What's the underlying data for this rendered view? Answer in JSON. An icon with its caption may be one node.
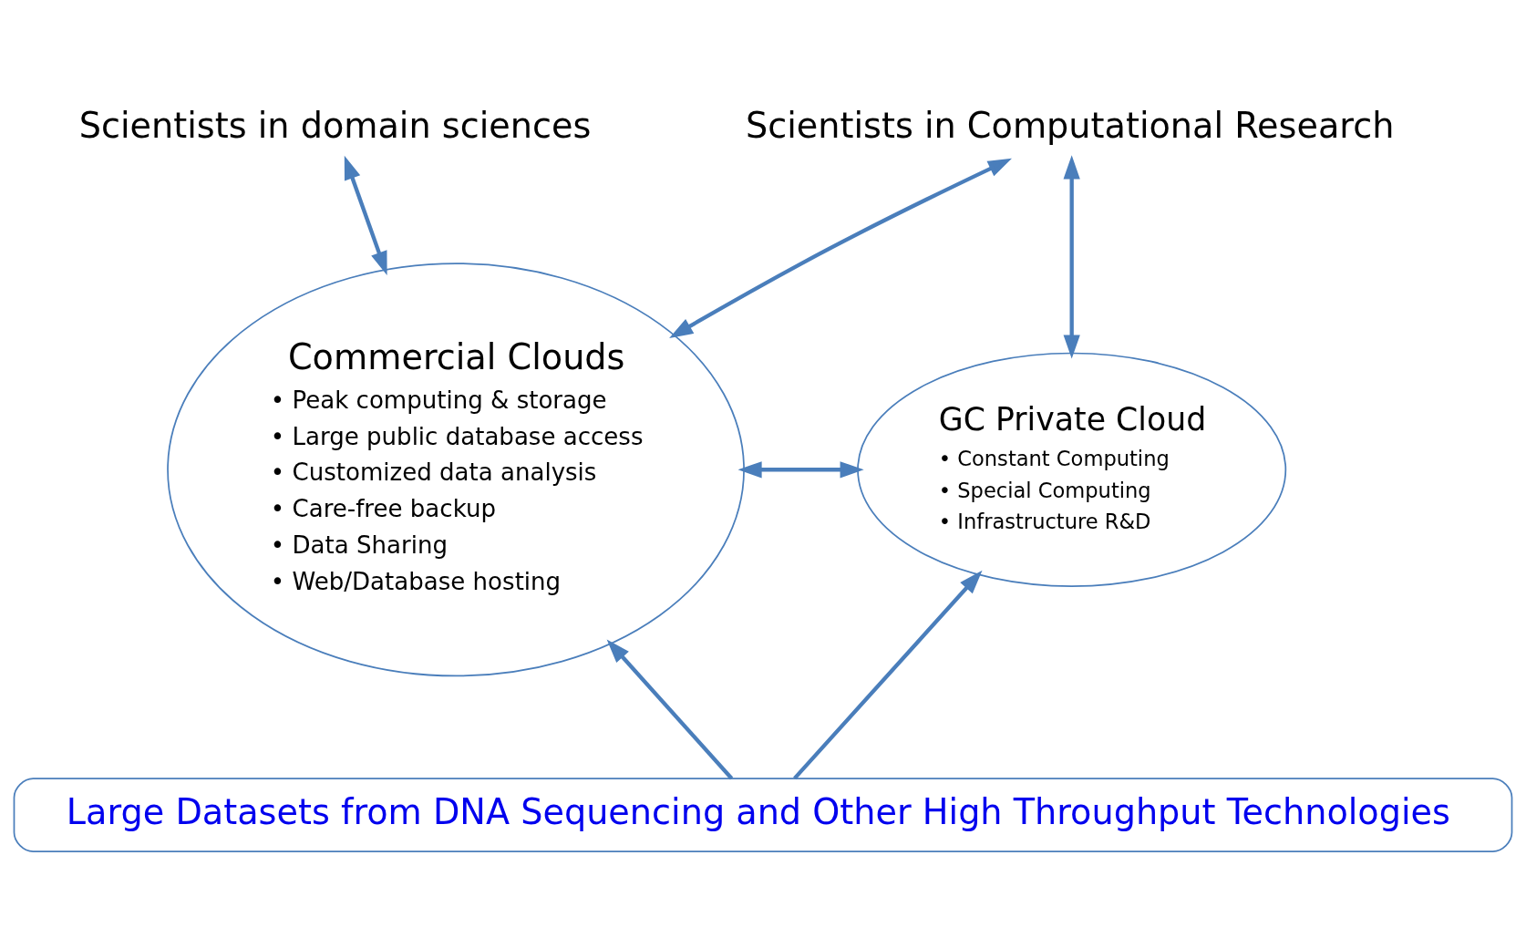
{
  "diagram": {
    "nodes": [
      {
        "text": [
          "Scientists in domain sciences"
        ]
      },
      {
        "text": [
          "Scientists in Computational Research"
        ]
      },
      {
        "text": [
          "Commercial Clouds",
          "• Peak computing & storage",
          "• Large public database access",
          "• Customized data analysis",
          "• Care-free backup",
          "• Data Sharing",
          "• Web/Database hosting"
        ]
      },
      {
        "text": [
          "GC Private Cloud",
          "• Constant Computing",
          "• Special Computing",
          "• Infrastructure R&D"
        ]
      },
      {
        "text": [
          "Large Datasets from DNA Sequencing and Other High Throughput Technologies"
        ]
      }
    ],
    "edges": [
      {
        "from": 0,
        "to": 2,
        "arrow": "both"
      },
      {
        "from": 1,
        "to": 2,
        "arrow": "both"
      },
      {
        "from": 1,
        "to": 3,
        "arrow": "both"
      },
      {
        "from": 2,
        "to": 3,
        "arrow": "both"
      },
      {
        "from": 4,
        "to": 2,
        "arrow": "to"
      },
      {
        "from": 4,
        "to": 3,
        "arrow": "to"
      }
    ]
  }
}
